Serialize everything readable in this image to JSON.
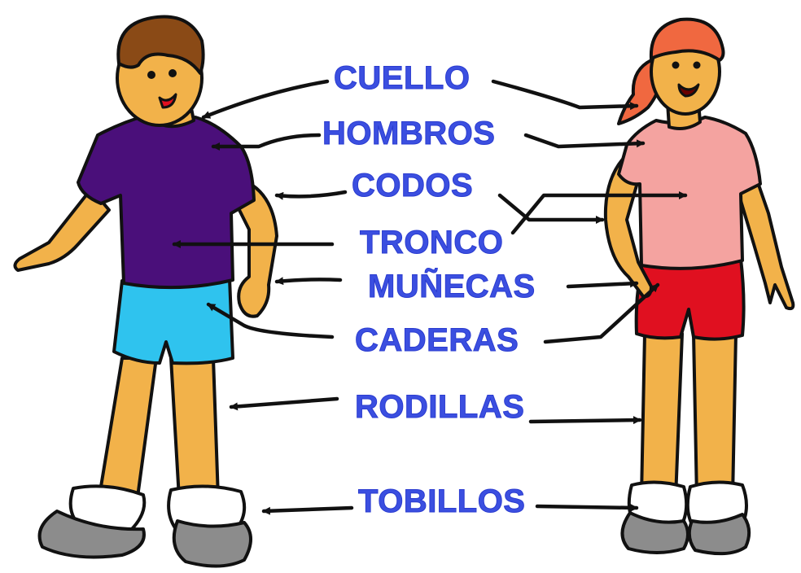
{
  "colors": {
    "label": "#3b4fe0",
    "skin": "#f2b24a",
    "boy_shirt": "#4a0f7a",
    "boy_shorts": "#2fc3ee",
    "boy_hair": "#8a4a16",
    "girl_shirt": "#f4a3a0",
    "girl_shorts": "#e01020",
    "girl_hair": "#f06840",
    "socks": "#ffffff",
    "shoes": "#8a8a8a",
    "outline": "#111111"
  },
  "figures": {
    "boy": "boy-figure",
    "girl": "girl-figure"
  },
  "labels": {
    "cuello": "CUELLO",
    "hombros": "HOMBROS",
    "codos": "CODOS",
    "tronco": "TRONCO",
    "munecas": "MUÑECAS",
    "caderas": "CADERAS",
    "rodillas": "RODILLAS",
    "tobillos": "TOBILLOS"
  }
}
